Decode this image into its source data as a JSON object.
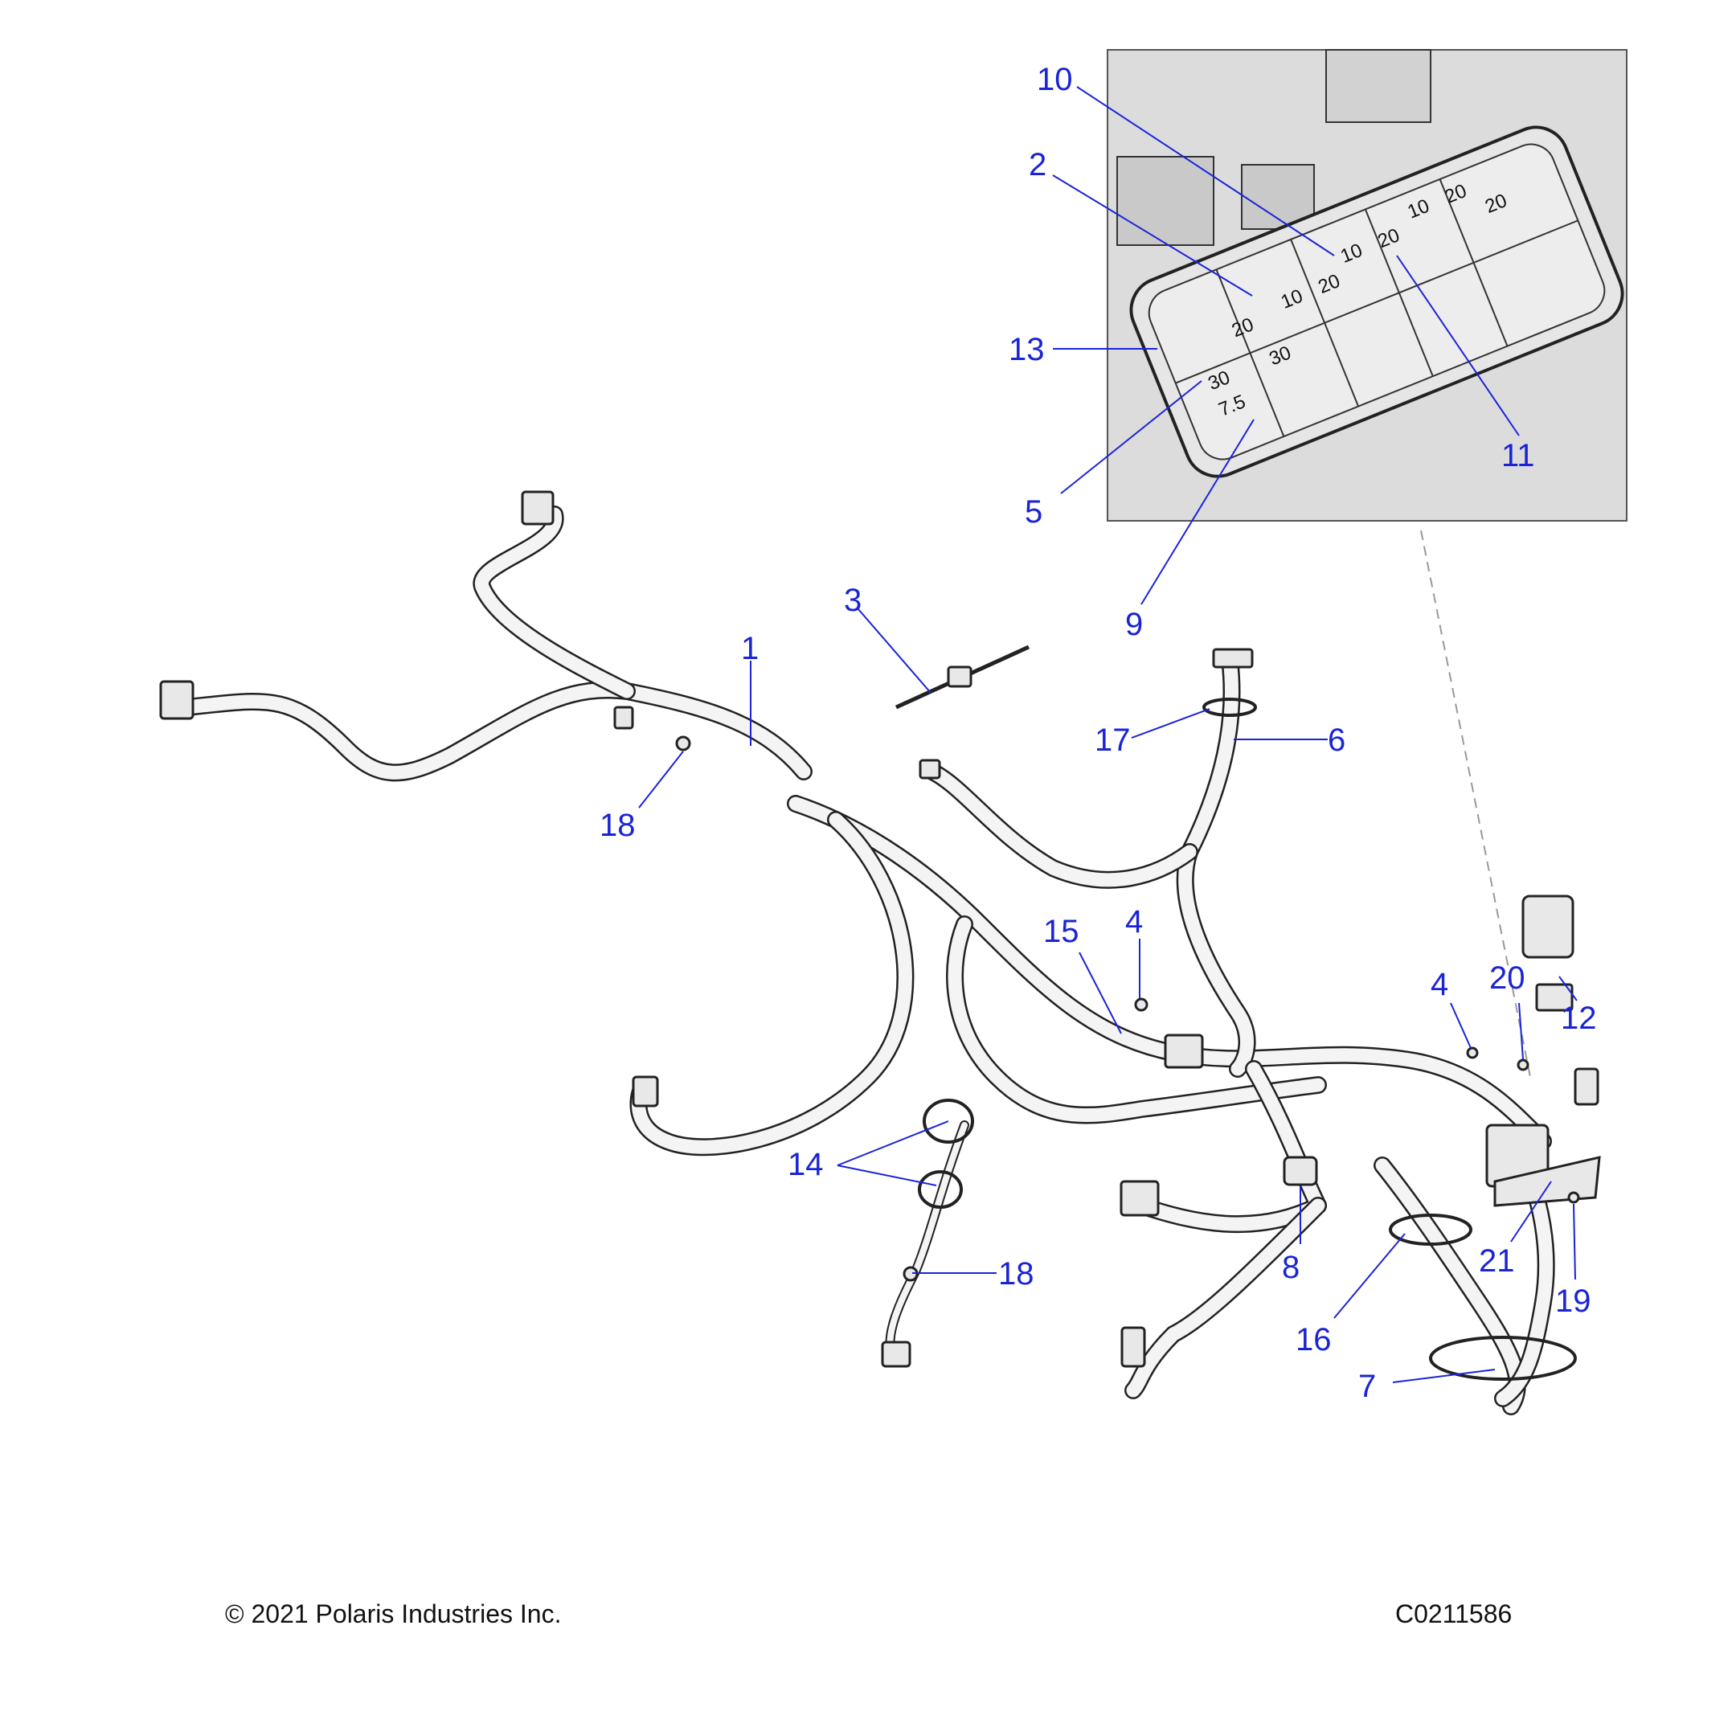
{
  "callouts": [
    {
      "id": "c10",
      "label": "10"
    },
    {
      "id": "c2",
      "label": "2"
    },
    {
      "id": "c13",
      "label": "13"
    },
    {
      "id": "c5",
      "label": "5"
    },
    {
      "id": "c9",
      "label": "9"
    },
    {
      "id": "c11",
      "label": "11"
    },
    {
      "id": "c3",
      "label": "3"
    },
    {
      "id": "c1",
      "label": "1"
    },
    {
      "id": "c18a",
      "label": "18"
    },
    {
      "id": "c17",
      "label": "17"
    },
    {
      "id": "c6",
      "label": "6"
    },
    {
      "id": "c15",
      "label": "15"
    },
    {
      "id": "c4a",
      "label": "4"
    },
    {
      "id": "c4b",
      "label": "4"
    },
    {
      "id": "c20",
      "label": "20"
    },
    {
      "id": "c12",
      "label": "12"
    },
    {
      "id": "c14",
      "label": "14"
    },
    {
      "id": "c18b",
      "label": "18"
    },
    {
      "id": "c8",
      "label": "8"
    },
    {
      "id": "c21",
      "label": "21"
    },
    {
      "id": "c19",
      "label": "19"
    },
    {
      "id": "c16",
      "label": "16"
    },
    {
      "id": "c7",
      "label": "7"
    }
  ],
  "fuse_ratings": [
    "10",
    "20",
    "10",
    "20",
    "10",
    "20",
    "20",
    "20",
    "30",
    "30",
    "7.5"
  ],
  "footer": {
    "copyright": "© 2021 Polaris Industries Inc.",
    "drawing_id": "C0211586"
  }
}
